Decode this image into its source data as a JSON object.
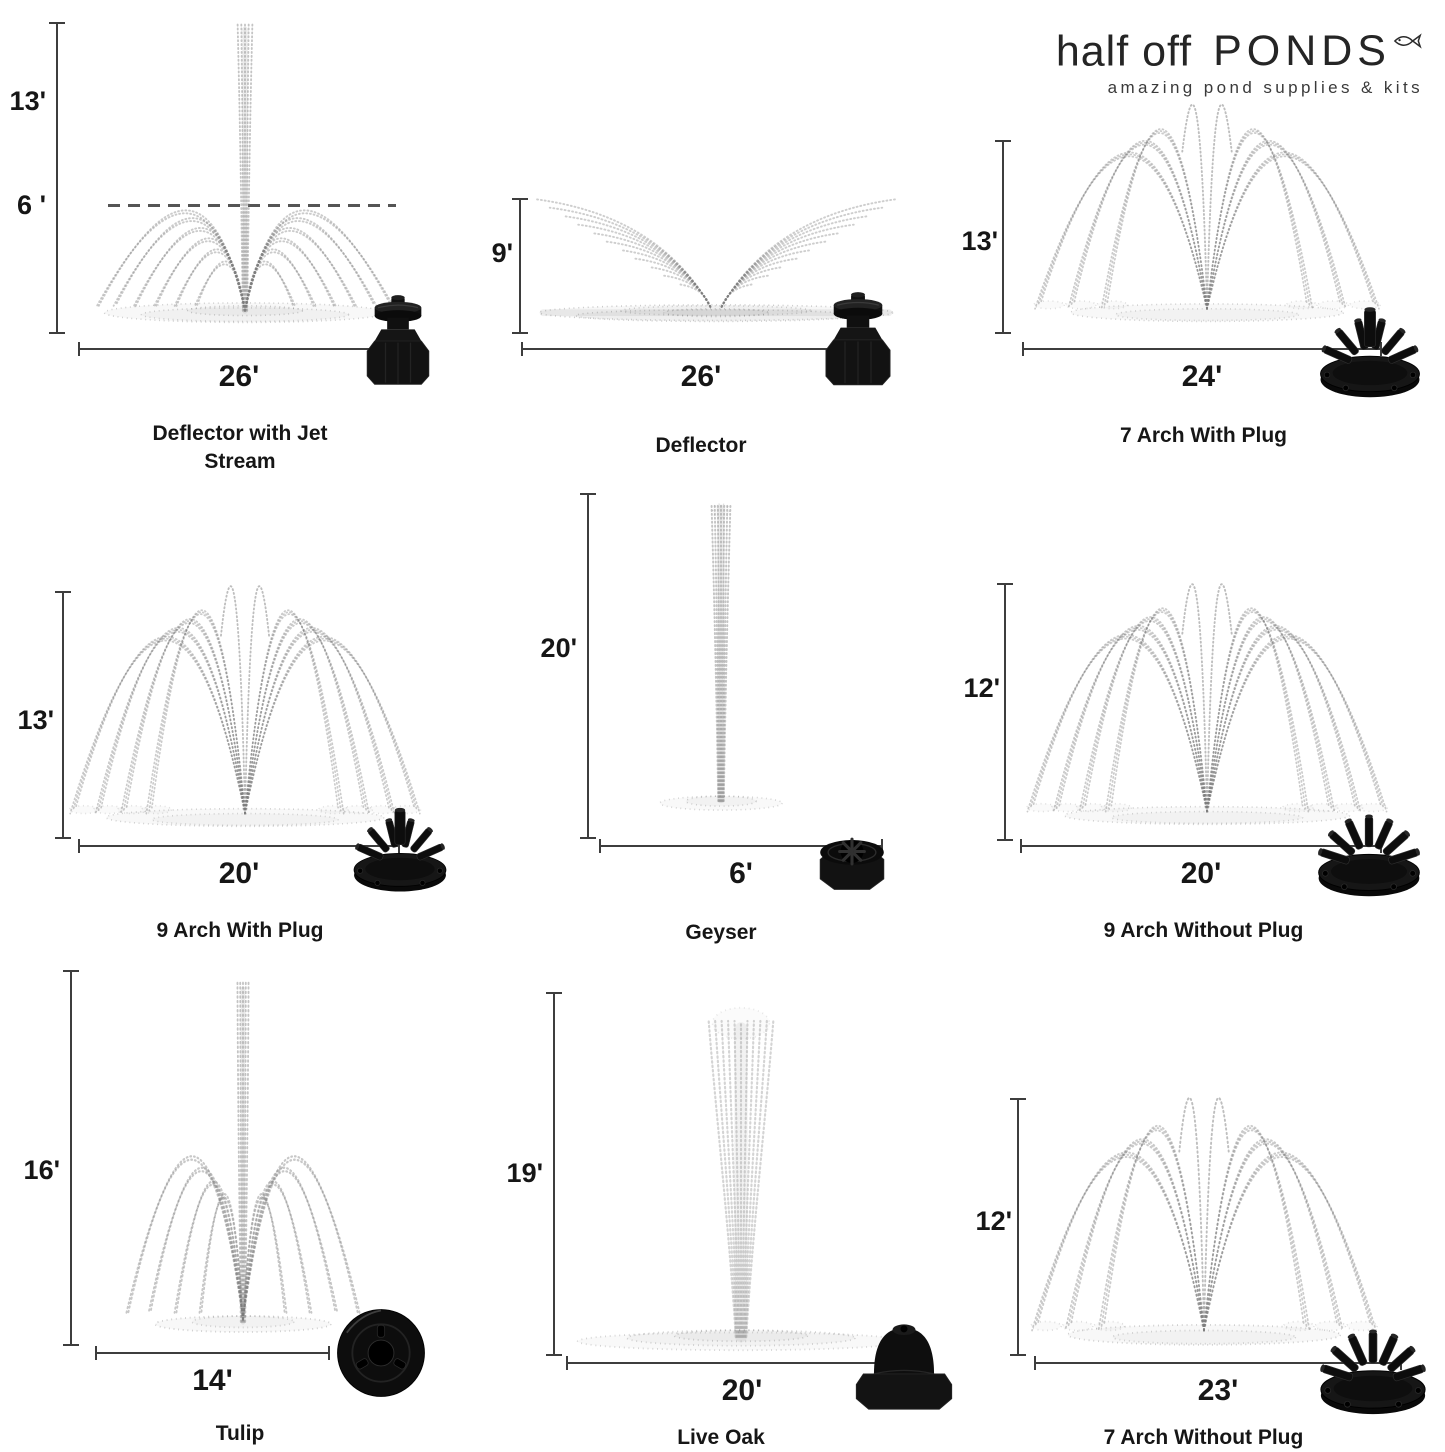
{
  "logo": {
    "title_light": "half off",
    "title_strong": "PONDS",
    "tagline": "amazing pond supplies & kits",
    "fish_icon": "fish-icon"
  },
  "colors": {
    "spray": "#7d7d7d",
    "text": "#161616",
    "measure": "#3d3d3d",
    "nozzle": "#111111",
    "background": "#ffffff"
  },
  "cells": [
    {
      "label": "Deflector with Jet Stream",
      "height": "13'",
      "height2": "6 '",
      "width": "26'",
      "spray": "jet-umbrella",
      "nozzle": "deflector"
    },
    {
      "label": "Deflector",
      "height": "9'",
      "width": "26'",
      "spray": "deflector-fan",
      "nozzle": "deflector"
    },
    {
      "label": "7 Arch With Plug",
      "height": "13'",
      "width": "24'",
      "spray": "arch7",
      "nozzle": "arch-plug"
    },
    {
      "label": "9 Arch With Plug",
      "height": "13'",
      "width": "20'",
      "spray": "arch9",
      "nozzle": "arch-plug"
    },
    {
      "label": "Geyser",
      "height": "20'",
      "width": "6'",
      "spray": "geyser",
      "nozzle": "geyser"
    },
    {
      "label": "9 Arch Without Plug",
      "height": "12'",
      "width": "20'",
      "spray": "arch9",
      "nozzle": "arch-noplug"
    },
    {
      "label": "Tulip",
      "height": "16'",
      "width": "14'",
      "spray": "tulip",
      "nozzle": "tulip"
    },
    {
      "label": "Live Oak",
      "height": "19'",
      "width": "20'",
      "spray": "liveoak",
      "nozzle": "liveoak"
    },
    {
      "label": "7 Arch Without Plug",
      "height": "12'",
      "width": "23'",
      "spray": "arch7",
      "nozzle": "arch-noplug"
    }
  ]
}
